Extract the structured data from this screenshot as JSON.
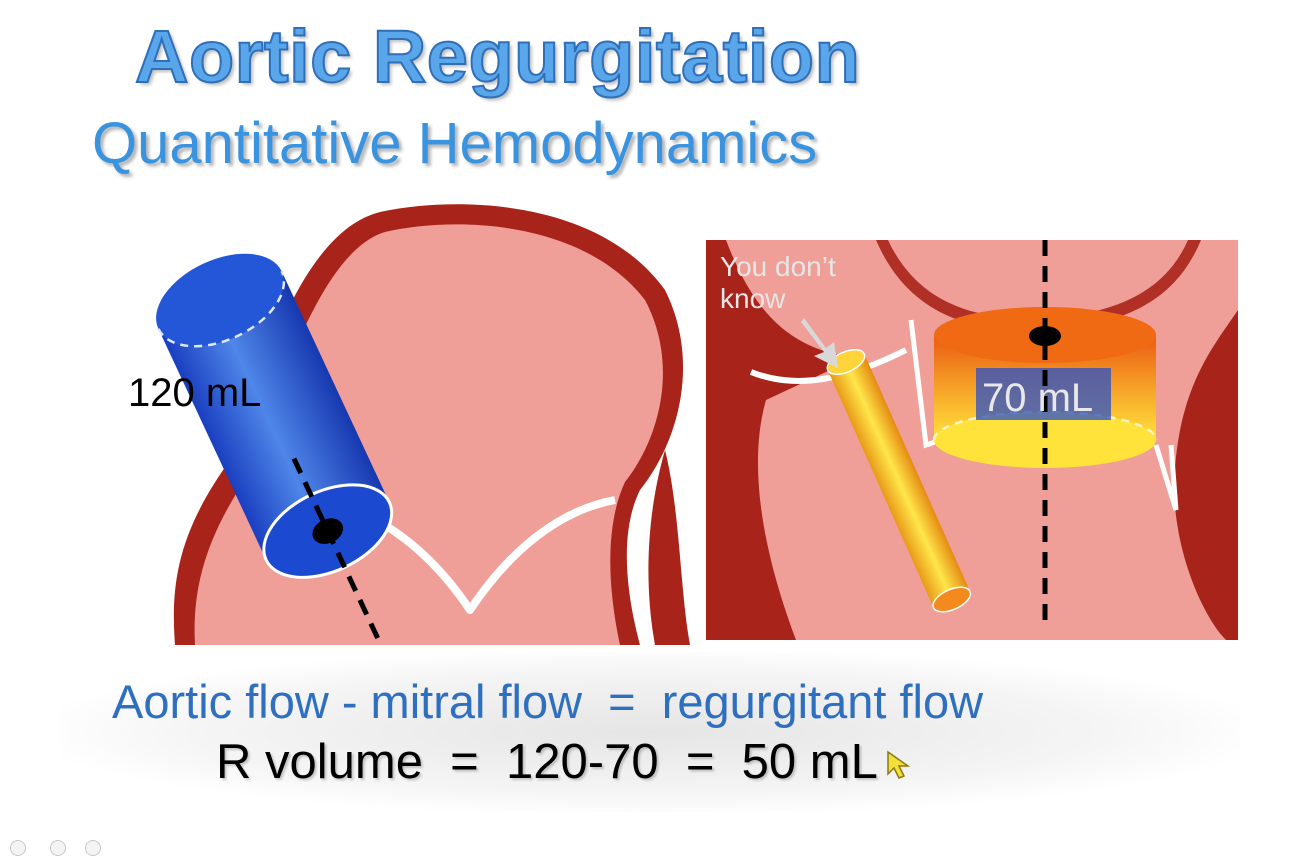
{
  "title": "Aortic Regurgitation",
  "subtitle": "Quantitative Hemodynamics",
  "left_panel": {
    "cylinder_label": "120 mL",
    "cylinder_color": "#1f4fd0"
  },
  "right_panel": {
    "annotation": [
      "You don’t",
      "know"
    ],
    "cylinder_label": "70 mL",
    "cylinder_color": "#f07a1a"
  },
  "formula_line": "Aortic flow - mitral flow  =  regurgitant flow",
  "result_line": "R volume  =  120-70  =  50 mL",
  "colors": {
    "title_fill": "#5aa6ea",
    "tissue_pink": "#ef9e98",
    "tissue_dark": "#a8231a",
    "formula_blue": "#2e6fc0"
  }
}
